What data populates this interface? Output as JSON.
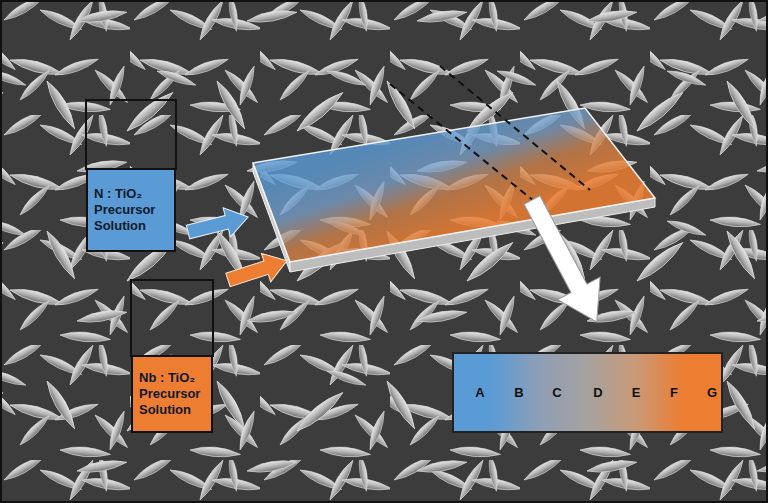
{
  "diagram": {
    "nodes": [
      {
        "text": [
          "N : TiO₂ Precursor Solution"
        ]
      },
      {
        "text": [
          "Nb : TiO₂ Precursor Solution"
        ]
      },
      {
        "text": [
          "A",
          "B",
          "C",
          "D",
          "E",
          "F",
          "G"
        ]
      }
    ]
  }
}
